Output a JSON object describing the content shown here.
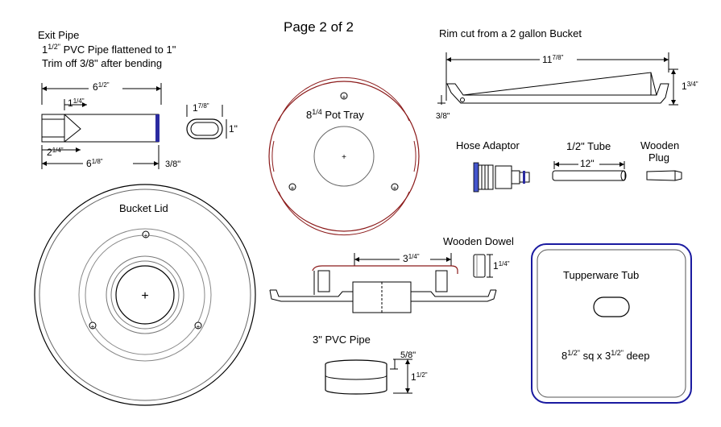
{
  "page_title": "Page 2 of 2",
  "exit_pipe": {
    "title": "Exit Pipe",
    "line1_pre": "1",
    "line1_sup": "1/2\"",
    "line1_post": " PVC Pipe flattened to 1\"",
    "line2": "Trim off 3/8\" after bending",
    "dim_total": "6",
    "dim_total_sup": "1/2\"",
    "dim_top": "1",
    "dim_top_sup": "1/4\"",
    "dim_bottom_left": "2",
    "dim_bottom_left_sup": "1/4\"",
    "dim_bottom": "6",
    "dim_bottom_sup": "1/8\"",
    "dim_trim": "3/8\"",
    "oval_width": "1",
    "oval_width_sup": "7/8\"",
    "oval_height": "1\""
  },
  "pot_tray": {
    "label_pre": "8",
    "label_sup": "1/4",
    "label_post": " Pot Tray"
  },
  "rim": {
    "title": "Rim cut from a 2 gallon Bucket",
    "dim_width": "11",
    "dim_width_sup": "7/8\"",
    "dim_height": "1",
    "dim_height_sup": "3/4\"",
    "dim_small": "3/8\""
  },
  "hose_adaptor": {
    "label": "Hose Adaptor"
  },
  "tube": {
    "label": "1/2\" Tube",
    "dim": "12\""
  },
  "plug": {
    "label_line1": "Wooden",
    "label_line2": "Plug"
  },
  "bucket_lid": {
    "label": "Bucket Lid"
  },
  "dowel": {
    "label": "Wooden Dowel",
    "dim": "1",
    "dim_sup": "1/4\""
  },
  "assembly": {
    "dim": "3",
    "dim_sup": "1/4\""
  },
  "pvc_pipe": {
    "label": "3\" PVC Pipe",
    "dim_small": "5/8\"",
    "dim_height": "1",
    "dim_height_sup": "1/2\""
  },
  "tub": {
    "label": "Tupperware Tub",
    "size_pre": "8",
    "size_sup1": "1/2\"",
    "size_mid": " sq x 3",
    "size_sup2": "1/2\"",
    "size_post": " deep"
  },
  "colors": {
    "tray_rim": "#8b1a1a",
    "tub_border": "#1a1aa0",
    "pipe_end": "#2a2aa0"
  }
}
